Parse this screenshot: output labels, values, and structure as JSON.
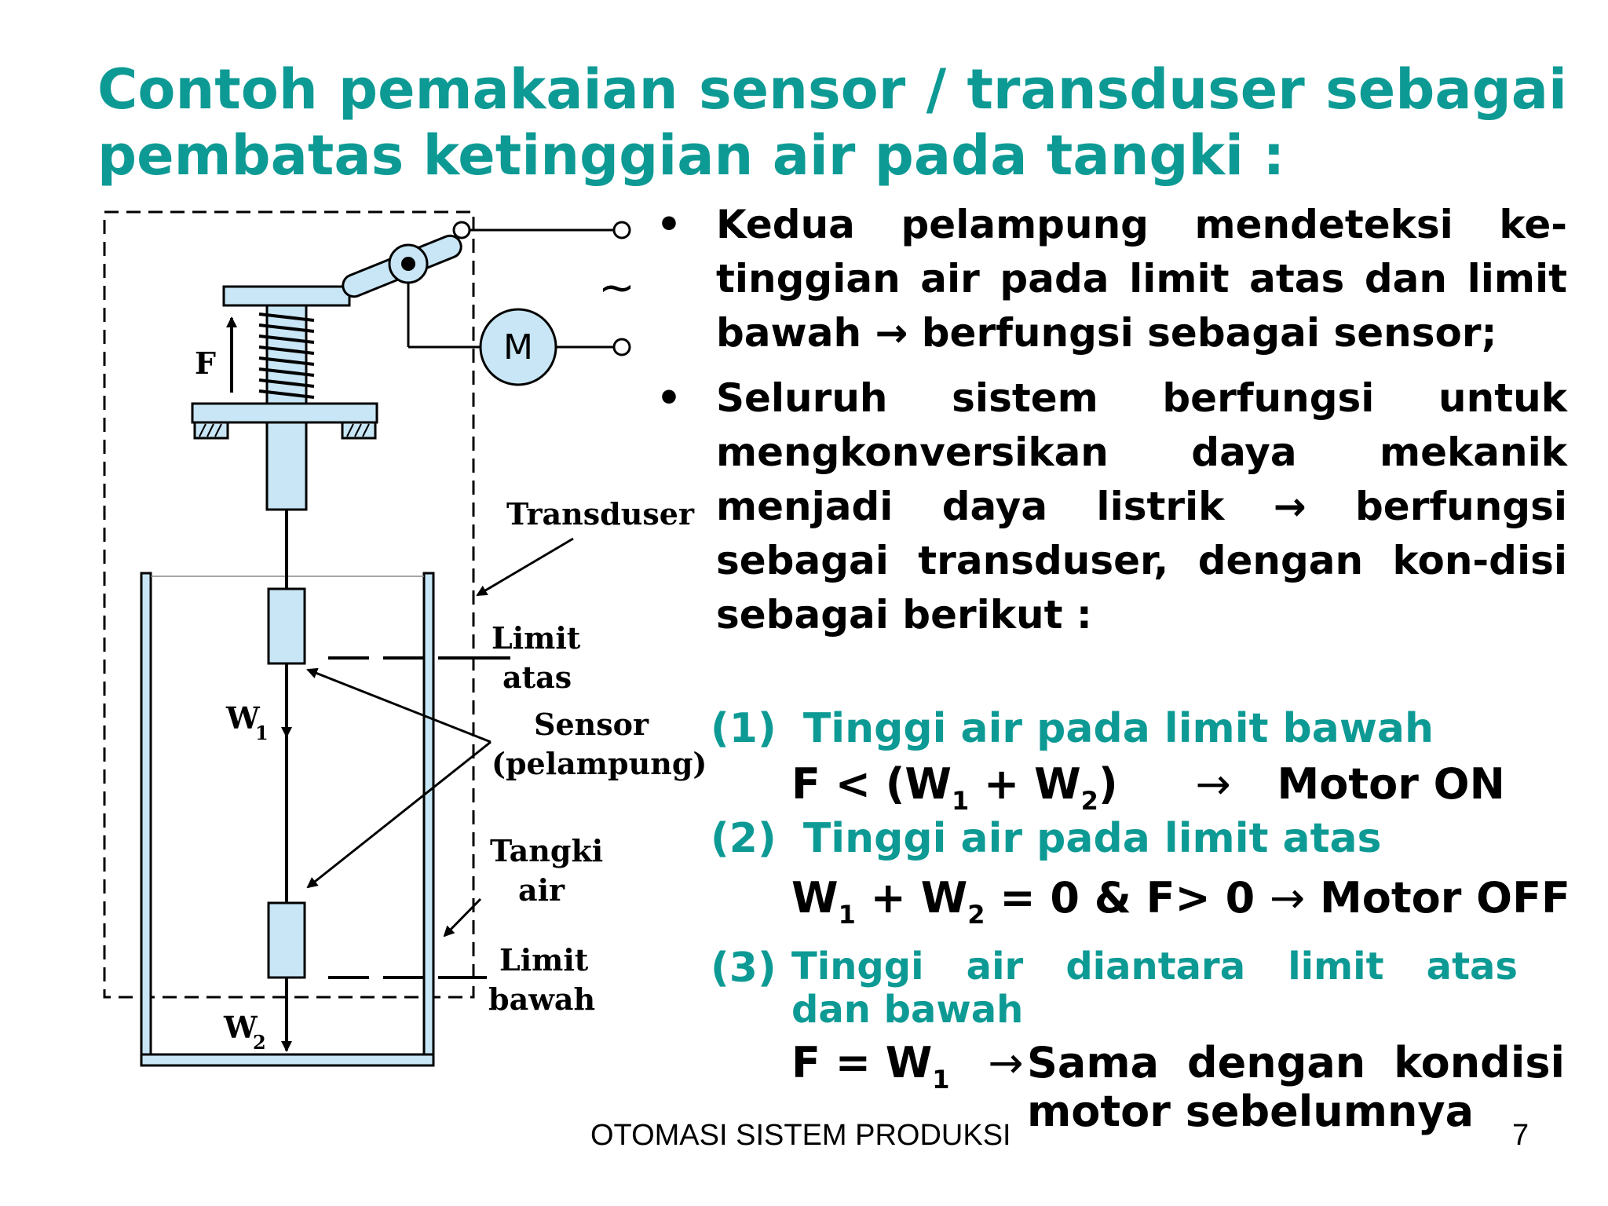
{
  "slide": {
    "title_line1": [
      "Contoh",
      "pemakaian",
      "sensor",
      "/",
      "transduser",
      "sebagai"
    ],
    "title_line2": "pembatas ketinggian air pada tangki :",
    "accent_color": "#0e9a94",
    "bullets": [
      {
        "marker": "•",
        "text": "Kedua pelampung mendeteksi ke-tinggian air pada limit atas dan limit bawah → berfungsi sebagai sensor;"
      },
      {
        "marker": "•",
        "text": "Seluruh sistem berfungsi untuk mengkonversikan daya mekanik menjadi daya listrik → berfungsi sebagai transduser, dengan kon-disi sebagai berikut :"
      }
    ],
    "conditions": [
      {
        "num": "(1)",
        "label": "Tinggi air pada limit bawah",
        "eq_left": "F < (W",
        "eq_s1": "1",
        "eq_mid": " + W",
        "eq_s2": "2",
        "eq_close": ")",
        "arrow": "→",
        "result": "Motor ON"
      },
      {
        "num": "(2)",
        "label": "Tinggi air pada limit atas",
        "eq_a": "W",
        "eq_s1": "1",
        "eq_b": " + W",
        "eq_s2": "2",
        "eq_c": " = 0 & F> 0 ",
        "arrow": "→",
        "result": " Motor OFF"
      },
      {
        "num": "(3)",
        "label_line1": [
          "Tinggi",
          "air",
          "diantara",
          "limit",
          "atas"
        ],
        "label_line2": "dan bawah",
        "eq_a": "F = W",
        "eq_s1": "1",
        "arrow": "→",
        "result_line1": [
          "Sama",
          "dengan",
          "kondisi"
        ],
        "result_line2": "motor sebelumnya"
      }
    ],
    "footer": {
      "center": "OTOMASI SISTEM PRODUKSI",
      "page": "7"
    }
  },
  "diagram": {
    "labels": {
      "force": "F",
      "motor": "M",
      "ac": "~",
      "transduser": "Transduser",
      "limit_atas_1": "Limit",
      "limit_atas_2": "atas",
      "w1": "W",
      "w1_sub": "1",
      "sensor_1": "Sensor",
      "sensor_2": "(pelampung)",
      "tangki_1": "Tangki",
      "tangki_2": "air",
      "limit_bawah_1": "Limit",
      "limit_bawah_2": "bawah",
      "w2": "W",
      "w2_sub": "2"
    },
    "colors": {
      "fill": "#c8e6f5",
      "stroke": "#000000"
    }
  }
}
